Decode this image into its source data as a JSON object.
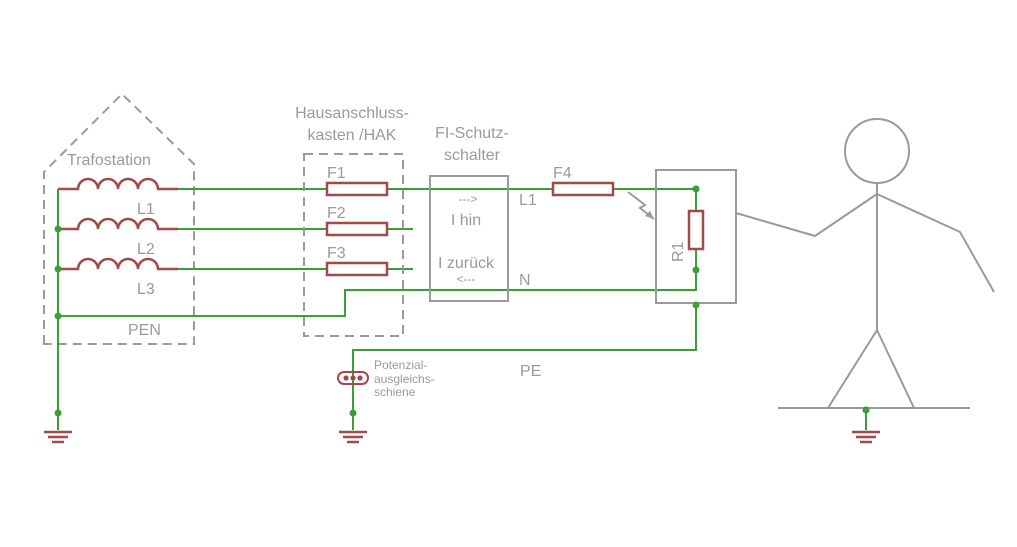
{
  "labels": {
    "trafostation": "Trafostation",
    "l1_trafo": "L1",
    "l2_trafo": "L2",
    "l3_trafo": "L3",
    "pen": "PEN",
    "hak_line1": "Hausanschluss-",
    "hak_line2": "kasten /HAK",
    "f1": "F1",
    "f2": "F2",
    "f3": "F3",
    "fi_line1": "FI-Schutz-",
    "fi_line2": "schalter",
    "i_hin_arrow": "--->",
    "i_hin": "I hin",
    "i_zurueck": "I zurück",
    "i_zurueck_arrow": "<---",
    "l1_out": "L1",
    "n_out": "N",
    "f4": "F4",
    "r1": "R1",
    "pe": "PE",
    "pas_line1": "Potenzial-",
    "pas_line2": "ausgleichs-",
    "pas_line3": "schiene"
  },
  "colors": {
    "wire": "#3a9e3a",
    "component": "#a04a4a",
    "outline": "#9a9a9a"
  }
}
